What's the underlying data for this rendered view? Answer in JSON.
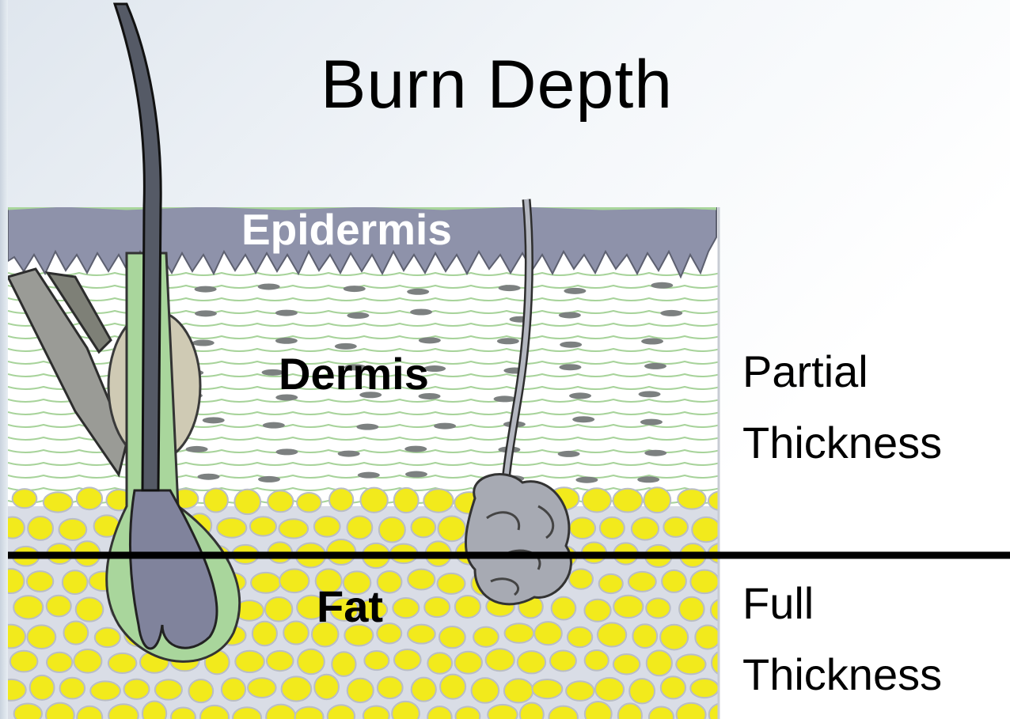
{
  "title": "Burn Depth",
  "layers": {
    "epidermis": "Epidermis",
    "dermis": "Dermis",
    "fat": "Fat"
  },
  "depth_labels": {
    "partial": [
      "Partial",
      "Thickness"
    ],
    "full": [
      "Full",
      "Thickness"
    ]
  },
  "colors": {
    "epidermis": "#8e92aa",
    "skin_surface": "#a9d69c",
    "dermis_fibers": "#a7d39a",
    "fat_cells": "#f2ea1c",
    "fat_membrane": "#d9dde6",
    "gland": "#a7aab3",
    "divider": "#000000"
  },
  "icons": {
    "hair_follicle": "hair-follicle-icon",
    "sweat_gland": "sweat-gland-icon"
  }
}
